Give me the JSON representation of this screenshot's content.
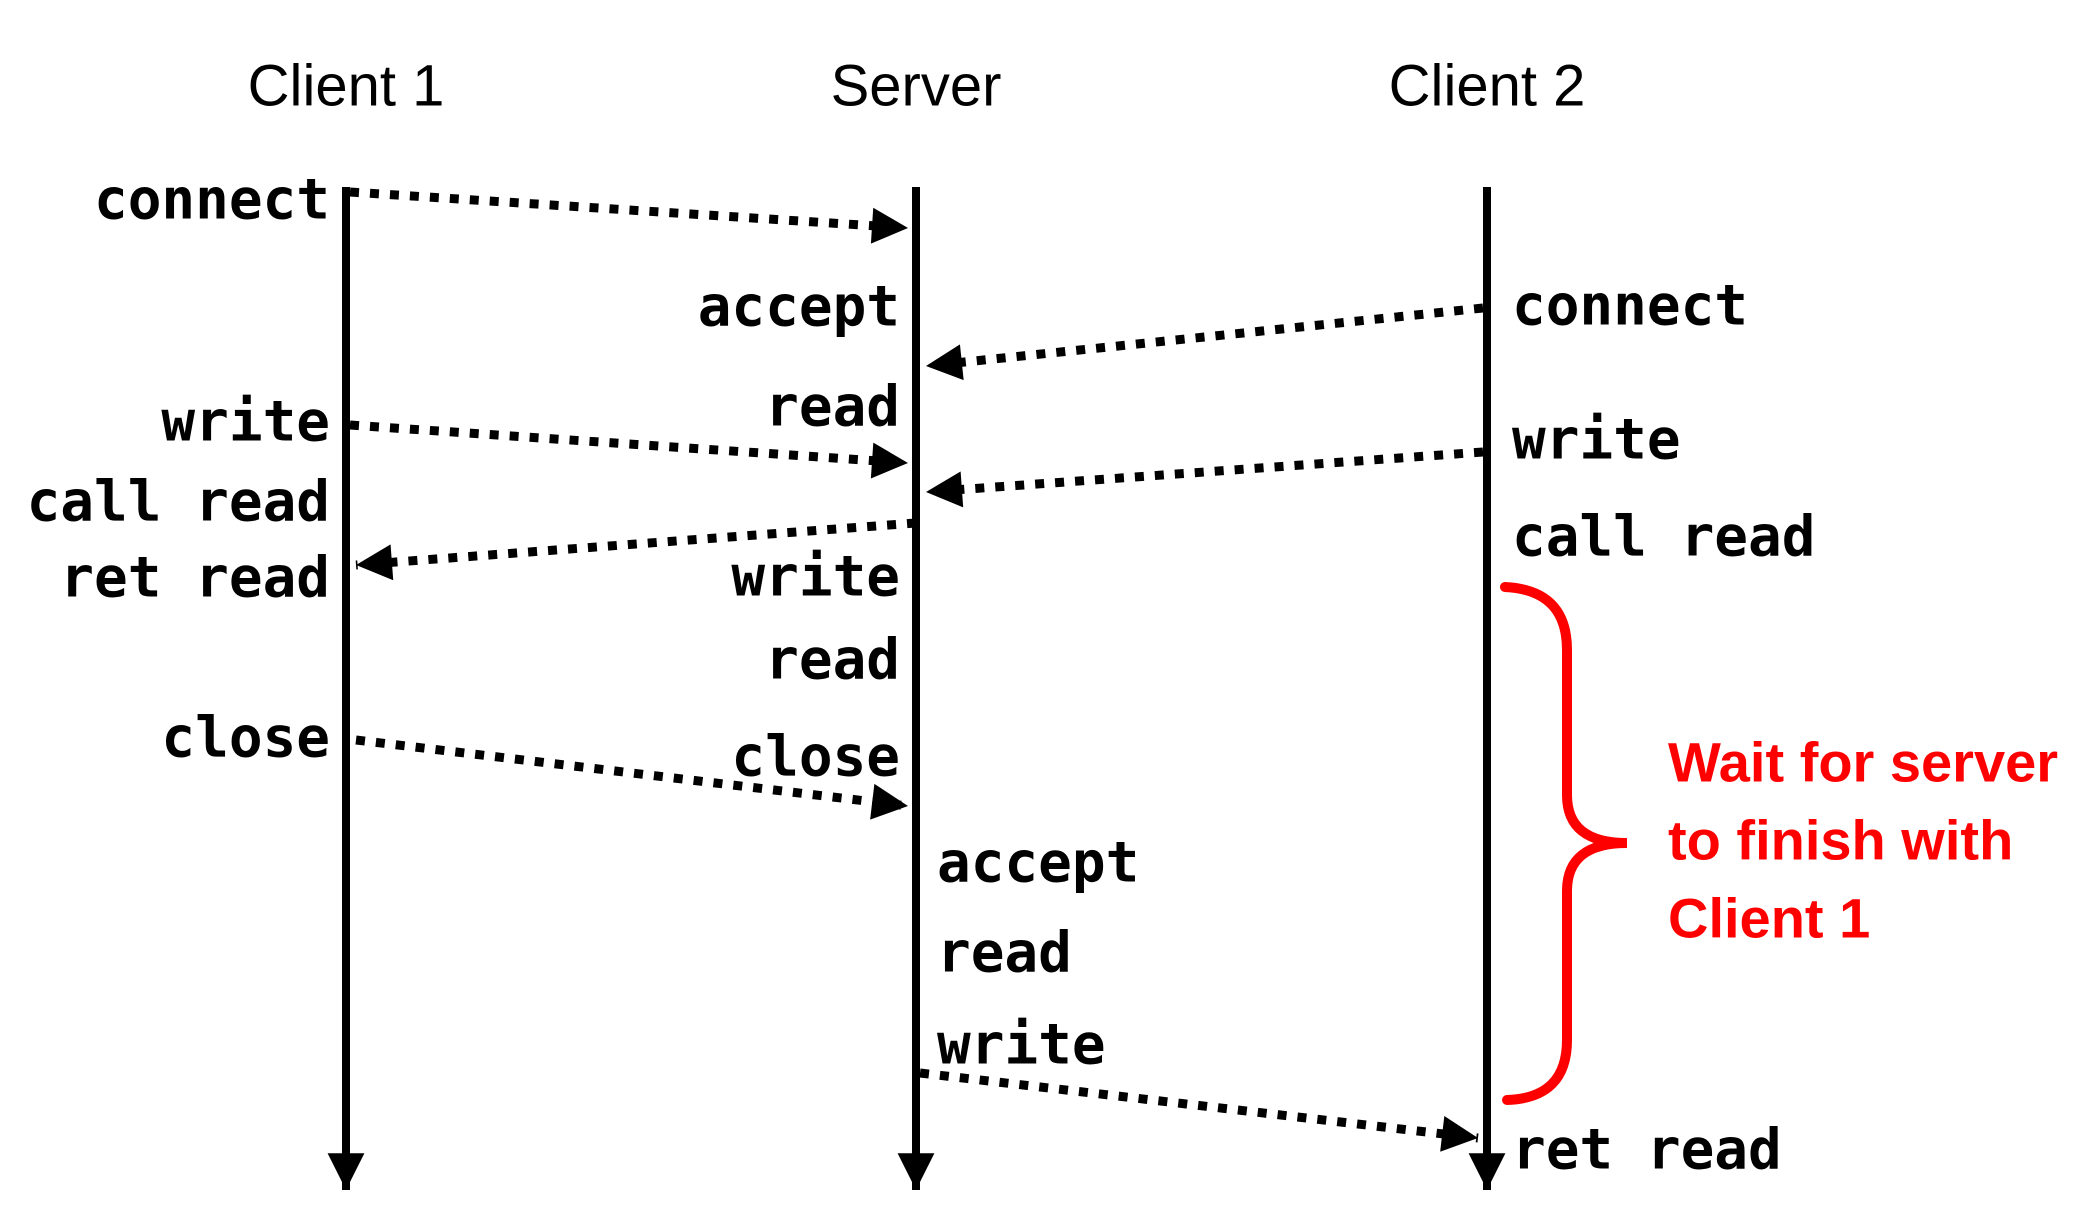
{
  "diagram": {
    "columns": {
      "client1_title": "Client 1",
      "server_title": "Server",
      "client2_title": "Client 2"
    },
    "client1_events": {
      "connect": "connect",
      "write": "write",
      "call_read": "call read",
      "ret_read": "ret read",
      "close": "close"
    },
    "server_session1": {
      "accept": "accept",
      "read1": "read",
      "write": "write",
      "read2": "read",
      "close": "close"
    },
    "server_session2": {
      "accept": "accept",
      "read": "read",
      "write": "write"
    },
    "client2_events": {
      "connect": "connect",
      "write": "write",
      "call_read": "call read",
      "ret_read": "ret read"
    },
    "annotation": {
      "line1": "Wait for server",
      "line2": "to finish with",
      "line3": "Client 1"
    },
    "colors": {
      "line_color": "#000000",
      "annotation_color": "#FF0000",
      "background": "#FFFFFF"
    }
  }
}
